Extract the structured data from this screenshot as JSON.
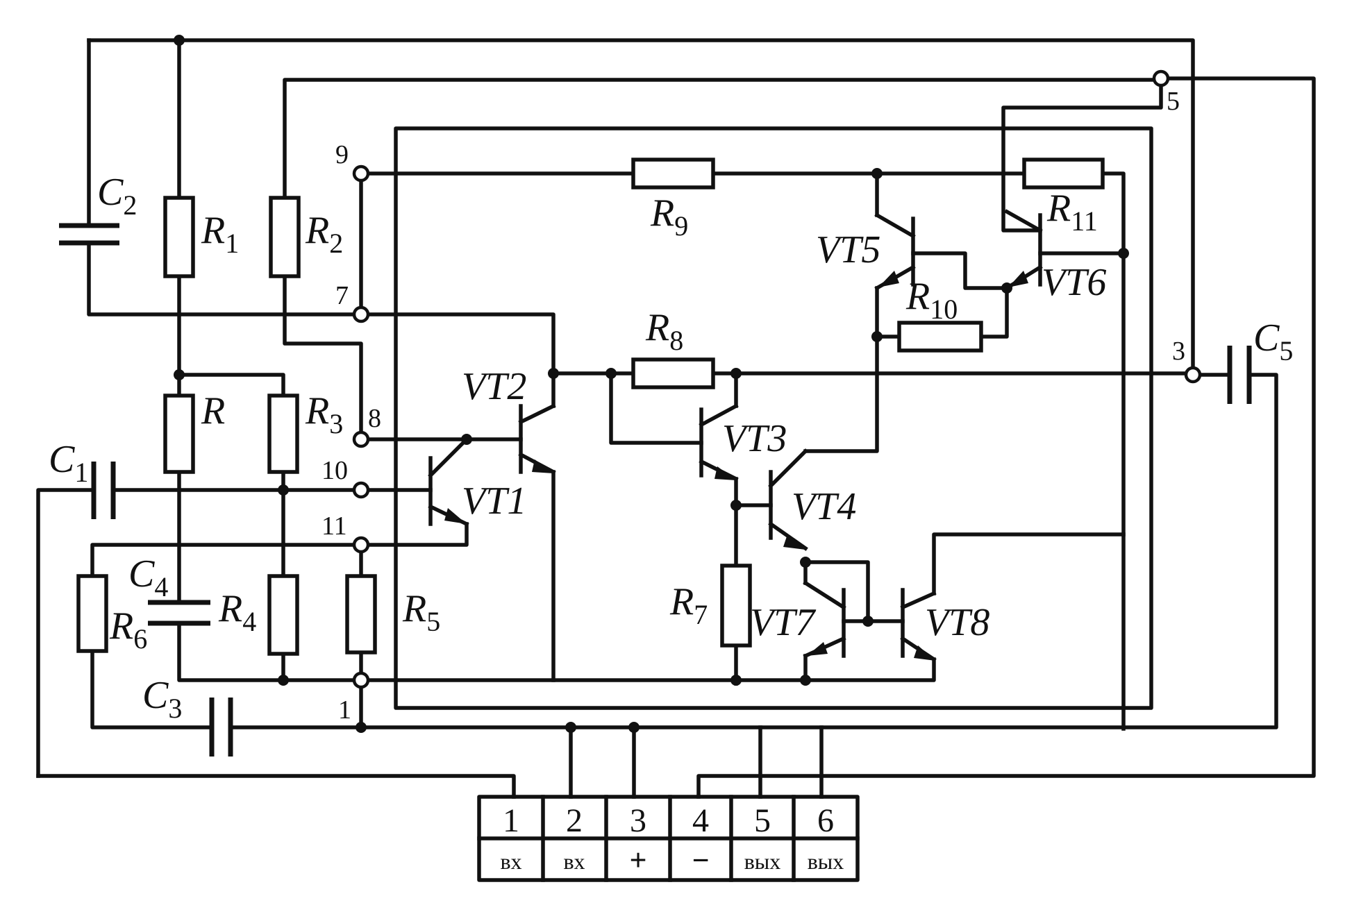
{
  "components": {
    "resistors": [
      {
        "id": "R1",
        "letter": "R",
        "index": "1"
      },
      {
        "id": "R2",
        "letter": "R",
        "index": "2"
      },
      {
        "id": "R",
        "letter": "R",
        "index": ""
      },
      {
        "id": "R3",
        "letter": "R",
        "index": "3"
      },
      {
        "id": "R4",
        "letter": "R",
        "index": "4"
      },
      {
        "id": "R5",
        "letter": "R",
        "index": "5"
      },
      {
        "id": "R6",
        "letter": "R",
        "index": "6"
      },
      {
        "id": "R7",
        "letter": "R",
        "index": "7"
      },
      {
        "id": "R8",
        "letter": "R",
        "index": "8"
      },
      {
        "id": "R9",
        "letter": "R",
        "index": "9"
      },
      {
        "id": "R10",
        "letter": "R",
        "index": "10"
      },
      {
        "id": "R11",
        "letter": "R",
        "index": "11"
      }
    ],
    "capacitors": [
      {
        "id": "C1",
        "letter": "C",
        "index": "1"
      },
      {
        "id": "C2",
        "letter": "C",
        "index": "2"
      },
      {
        "id": "C3",
        "letter": "C",
        "index": "3"
      },
      {
        "id": "C4",
        "letter": "C",
        "index": "4"
      },
      {
        "id": "C5",
        "letter": "C",
        "index": "5"
      }
    ],
    "transistors": [
      {
        "id": "VT1",
        "label": "VT1"
      },
      {
        "id": "VT2",
        "label": "VT2"
      },
      {
        "id": "VT3",
        "label": "VT3"
      },
      {
        "id": "VT4",
        "label": "VT4"
      },
      {
        "id": "VT5",
        "label": "VT5"
      },
      {
        "id": "VT6",
        "label": "VT6"
      },
      {
        "id": "VT7",
        "label": "VT7"
      },
      {
        "id": "VT8",
        "label": "VT8"
      }
    ]
  },
  "chip_pins": [
    "9",
    "7",
    "8",
    "10",
    "11",
    "1",
    "5",
    "3"
  ],
  "terminal_block": [
    {
      "number": "1",
      "label": "вх"
    },
    {
      "number": "2",
      "label": "вх"
    },
    {
      "number": "3",
      "label": "+"
    },
    {
      "number": "4",
      "label": "−"
    },
    {
      "number": "5",
      "label": "вых"
    },
    {
      "number": "6",
      "label": "вых"
    }
  ]
}
